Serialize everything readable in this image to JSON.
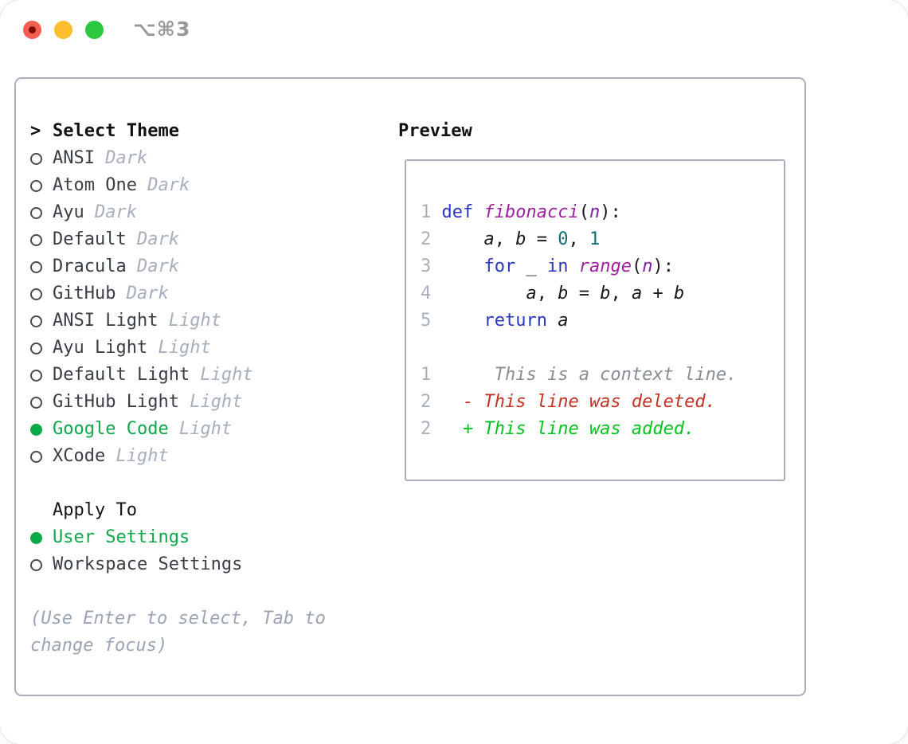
{
  "window": {
    "title": "⌥⌘3",
    "traffic_lights": [
      "close",
      "minimize",
      "zoom"
    ]
  },
  "theme_picker": {
    "prompt": ">",
    "header": "Select Theme",
    "items": [
      {
        "name": "ANSI",
        "variant": "Dark",
        "selected": false
      },
      {
        "name": "Atom One",
        "variant": "Dark",
        "selected": false
      },
      {
        "name": "Ayu",
        "variant": "Dark",
        "selected": false
      },
      {
        "name": "Default",
        "variant": "Dark",
        "selected": false
      },
      {
        "name": "Dracula",
        "variant": "Dark",
        "selected": false
      },
      {
        "name": "GitHub",
        "variant": "Dark",
        "selected": false
      },
      {
        "name": "ANSI Light",
        "variant": "Light",
        "selected": false
      },
      {
        "name": "Ayu Light",
        "variant": "Light",
        "selected": false
      },
      {
        "name": "Default Light",
        "variant": "Light",
        "selected": false
      },
      {
        "name": "GitHub Light",
        "variant": "Light",
        "selected": false
      },
      {
        "name": "Google Code",
        "variant": "Light",
        "selected": true
      },
      {
        "name": "XCode",
        "variant": "Light",
        "selected": false
      }
    ]
  },
  "apply_to": {
    "header": "Apply To",
    "options": [
      {
        "label": "User Settings",
        "selected": true
      },
      {
        "label": "Workspace Settings",
        "selected": false
      }
    ]
  },
  "help_lines": [
    "(Use Enter to select, Tab to",
    "change focus)"
  ],
  "preview": {
    "header": "Preview",
    "lines": [
      {
        "type": "code",
        "tokens": [
          [
            "1",
            "ln"
          ],
          [
            " ",
            "p"
          ],
          [
            "def",
            "kw"
          ],
          [
            " ",
            "p"
          ],
          [
            "fibonacci",
            "fn"
          ],
          [
            "(",
            "p"
          ],
          [
            "n",
            "var"
          ],
          [
            "):",
            "p"
          ]
        ]
      },
      {
        "type": "code",
        "tokens": [
          [
            "2",
            "ln"
          ],
          [
            "     ",
            "p"
          ],
          [
            "a",
            "vi"
          ],
          [
            ", ",
            "p"
          ],
          [
            "b",
            "vi"
          ],
          [
            " = ",
            "p"
          ],
          [
            "0",
            "lit"
          ],
          [
            ", ",
            "p"
          ],
          [
            "1",
            "lit"
          ]
        ]
      },
      {
        "type": "code",
        "tokens": [
          [
            "3",
            "ln"
          ],
          [
            "     ",
            "p"
          ],
          [
            "for",
            "kw"
          ],
          [
            " _ ",
            "p"
          ],
          [
            "in",
            "kw"
          ],
          [
            " ",
            "p"
          ],
          [
            "range",
            "fn"
          ],
          [
            "(",
            "p"
          ],
          [
            "n",
            "var"
          ],
          [
            "):",
            "p"
          ]
        ]
      },
      {
        "type": "code",
        "tokens": [
          [
            "4",
            "ln"
          ],
          [
            "         ",
            "p"
          ],
          [
            "a",
            "vi"
          ],
          [
            ", ",
            "p"
          ],
          [
            "b",
            "vi"
          ],
          [
            " = ",
            "p"
          ],
          [
            "b",
            "vi"
          ],
          [
            ", ",
            "p"
          ],
          [
            "a",
            "vi"
          ],
          [
            " + ",
            "p"
          ],
          [
            "b",
            "vi"
          ]
        ]
      },
      {
        "type": "code",
        "tokens": [
          [
            "5",
            "ln"
          ],
          [
            "     ",
            "p"
          ],
          [
            "return",
            "kw"
          ],
          [
            " ",
            "p"
          ],
          [
            "a",
            "vi"
          ]
        ]
      },
      {
        "type": "blank",
        "tokens": []
      },
      {
        "type": "diff-context",
        "tokens": [
          [
            "1",
            "ln"
          ],
          [
            "      ",
            "p"
          ],
          [
            "This is a context line.",
            "ctx"
          ]
        ]
      },
      {
        "type": "diff-deleted",
        "tokens": [
          [
            "2",
            "ln"
          ],
          [
            "   ",
            "p"
          ],
          [
            "- This line was deleted.",
            "del"
          ]
        ]
      },
      {
        "type": "diff-added",
        "tokens": [
          [
            "2",
            "ln"
          ],
          [
            "   ",
            "p"
          ],
          [
            "+ This line was added.",
            "add"
          ]
        ]
      }
    ]
  },
  "colors": {
    "selected_green": "#0ca94a",
    "keyword_blue": "#2936c3",
    "function_magenta": "#a01ea0",
    "variable_purple": "#7b1fa2",
    "literal_teal": "#0d6e73",
    "deleted_red": "#c53224",
    "added_green": "#02c41e",
    "muted_gray": "#a6afbd",
    "context_gray": "#878d95",
    "line_number_gray": "#a8b0bd",
    "border_gray": "#a9afba",
    "traffic_red": "#f45d52",
    "traffic_yellow": "#fcbd2e",
    "traffic_green": "#29c83f"
  }
}
